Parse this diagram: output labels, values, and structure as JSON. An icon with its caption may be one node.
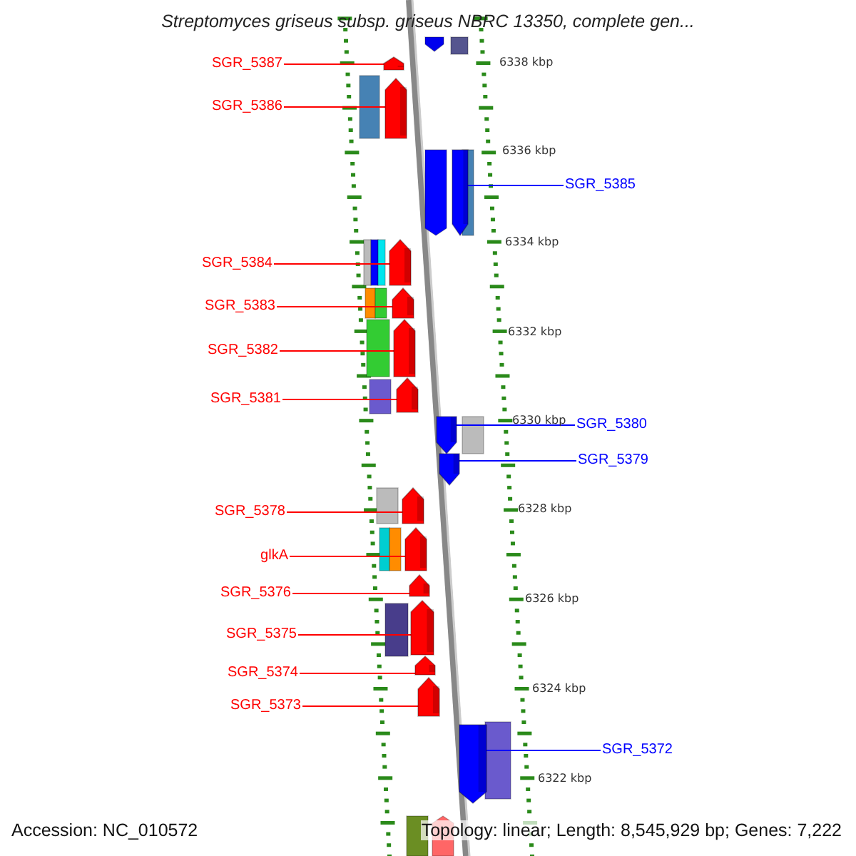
{
  "diagram": {
    "title": "Streptomyces griseus subsp. griseus NBRC 13350, complete gen...",
    "nodes": [
      {
        "text": [
          "SGR_5387"
        ]
      },
      {
        "text": [],
        "shape": "arrow"
      },
      {
        "text": [
          "SGR_5386"
        ]
      },
      {
        "text": [],
        "shape": "arrow"
      },
      {
        "text": [
          "SGR_5385"
        ]
      },
      {
        "text": [],
        "shape": "arrow"
      },
      {
        "text": [
          "SGR_5384"
        ]
      },
      {
        "text": [],
        "shape": "arrow"
      },
      {
        "text": [
          "SGR_5383"
        ]
      },
      {
        "text": [],
        "shape": "arrow"
      },
      {
        "text": [
          "SGR_5382"
        ]
      },
      {
        "text": [],
        "shape": "arrow"
      },
      {
        "text": [
          "SGR_5381"
        ]
      },
      {
        "text": [],
        "shape": "arrow"
      },
      {
        "text": [
          "SGR_5380"
        ]
      },
      {
        "text": [],
        "shape": "arrow"
      },
      {
        "text": [
          "SGR_5379"
        ]
      },
      {
        "text": [],
        "shape": "arrow"
      },
      {
        "text": [
          "SGR_5378"
        ]
      },
      {
        "text": [],
        "shape": "arrow"
      },
      {
        "text": [
          "glkA"
        ]
      },
      {
        "text": [],
        "shape": "arrow"
      },
      {
        "text": [
          "SGR_5376"
        ]
      },
      {
        "text": [],
        "shape": "arrow"
      },
      {
        "text": [
          "SGR_5375"
        ]
      },
      {
        "text": [],
        "shape": "arrow"
      },
      {
        "text": [
          "SGR_5374"
        ]
      },
      {
        "text": [],
        "shape": "arrow"
      },
      {
        "text": [
          "SGR_5373"
        ]
      },
      {
        "text": [],
        "shape": "arrow"
      },
      {
        "text": [
          "SGR_5372"
        ]
      },
      {
        "text": [],
        "shape": "arrow"
      }
    ],
    "edges": [
      {
        "from": 0,
        "to": 1,
        "arrow": "none"
      },
      {
        "from": 2,
        "to": 3,
        "arrow": "none"
      },
      {
        "from": 4,
        "to": 5,
        "arrow": "none",
        "color": "#0000ff"
      },
      {
        "from": 6,
        "to": 7,
        "arrow": "none"
      },
      {
        "from": 8,
        "to": 9,
        "arrow": "none"
      },
      {
        "from": 10,
        "to": 11,
        "arrow": "none"
      },
      {
        "from": 12,
        "to": 13,
        "arrow": "none"
      },
      {
        "from": 14,
        "to": 15,
        "arrow": "none",
        "color": "#0000ff"
      },
      {
        "from": 16,
        "to": 17,
        "arrow": "none",
        "color": "#0000ff"
      },
      {
        "from": 18,
        "to": 19,
        "arrow": "none"
      },
      {
        "from": 20,
        "to": 21,
        "arrow": "none"
      },
      {
        "from": 22,
        "to": 23,
        "arrow": "none"
      },
      {
        "from": 24,
        "to": 25,
        "arrow": "none"
      },
      {
        "from": 26,
        "to": 27,
        "arrow": "none"
      },
      {
        "from": 28,
        "to": 29,
        "arrow": "none"
      },
      {
        "from": 30,
        "to": 31,
        "arrow": "none",
        "color": "#0000ff"
      }
    ],
    "labels": [
      "6338 kbp",
      "6336 kbp",
      "6334 kbp",
      "6332 kbp",
      "6330 kbp",
      "6328 kbp",
      "6326 kbp",
      "6324 kbp",
      "6322 kbp",
      "Accession: NC_010572",
      "Topology: linear; Length: 8,545,929 bp; Genes: 7,222"
    ]
  }
}
